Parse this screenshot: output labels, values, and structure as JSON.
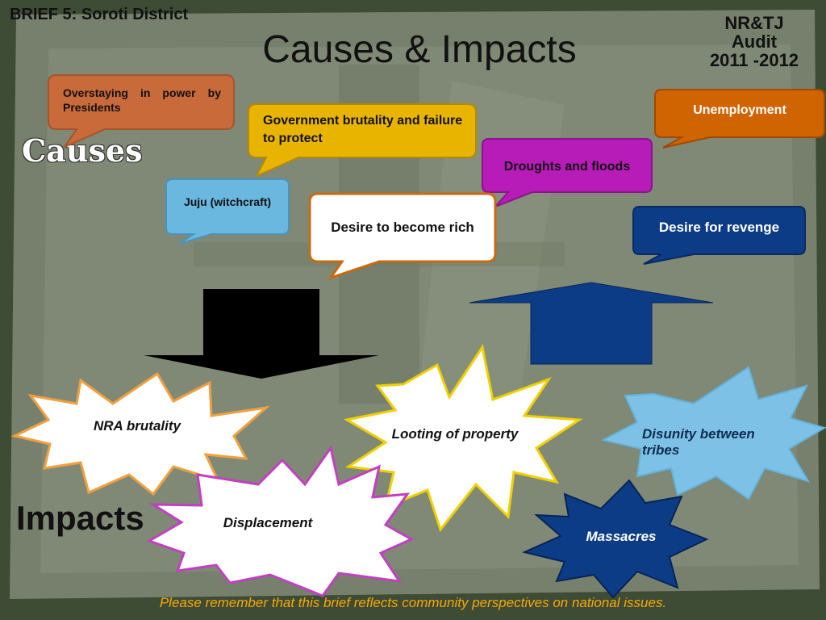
{
  "header": {
    "brief": "BRIEF 5: Soroti District",
    "title": "Causes & Impacts",
    "audit_line1": "NR&TJ",
    "audit_line2": "Audit",
    "audit_line3": "2011 -2012"
  },
  "labels": {
    "causes": "Causes",
    "impacts": "Impacts"
  },
  "causes": [
    {
      "text": "Overstaying   in   power by Presidents",
      "color": "#c96a3a"
    },
    {
      "text": "Government brutality and failure to protect",
      "color": "#e8b400"
    },
    {
      "text": "Unemployment",
      "color": "#d06400"
    },
    {
      "text": "Droughts and floods",
      "color": "#b81cb8"
    },
    {
      "text": "Juju (witchcraft)",
      "color": "#6ab8e0"
    },
    {
      "text": "Desire to become rich",
      "color": "#ffffff"
    },
    {
      "text": "Desire for revenge",
      "color": "#0d3c86"
    }
  ],
  "impacts": [
    {
      "text": "NRA brutality",
      "color": "#f0a040"
    },
    {
      "text": "Looting of property",
      "color": "#f0d000"
    },
    {
      "text": "Disunity between tribes",
      "color": "#63b4de"
    },
    {
      "text": "Displacement",
      "color": "#c040c0"
    },
    {
      "text": "Massacres",
      "color": "#0d3c86"
    }
  ],
  "footer": "Please remember that this brief reflects community perspectives on national issues."
}
